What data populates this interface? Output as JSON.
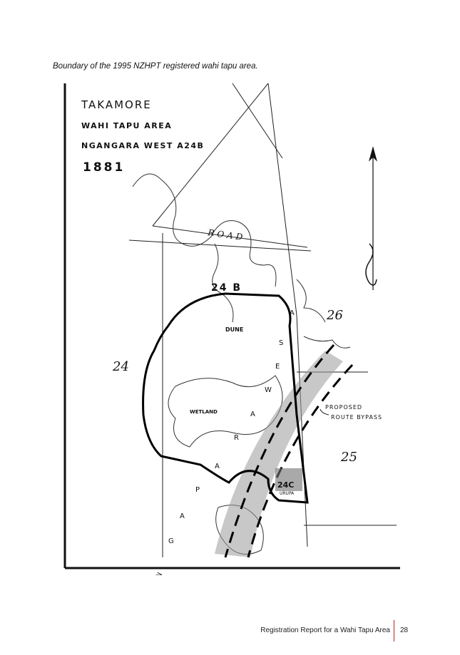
{
  "caption": "Boundary of the 1995 NZHPT registered wahi tapu area.",
  "map": {
    "title_1": "TAKAMORE",
    "title_2": "WAHI TAPU AREA",
    "title_3": "NGANGARA WEST A24B",
    "year": "1881",
    "road_label": "ROAD",
    "block_24b": "24 B",
    "block_24": "24",
    "block_25": "25",
    "block_26": "26",
    "block_24c": "24C",
    "urupa": "URUPA",
    "dune": "DUNE",
    "wetland": "WETLAND",
    "bypass_1": "PROPOSED",
    "bypass_2": "ROUTE BYPASS",
    "waterway_letters": [
      "N",
      "G",
      "A",
      "P",
      "A",
      "R",
      "A",
      "W",
      "E",
      "S",
      "A"
    ]
  },
  "footer": {
    "report_title": "Registration Report for a Wahi Tapu Area",
    "page_number": "28"
  }
}
